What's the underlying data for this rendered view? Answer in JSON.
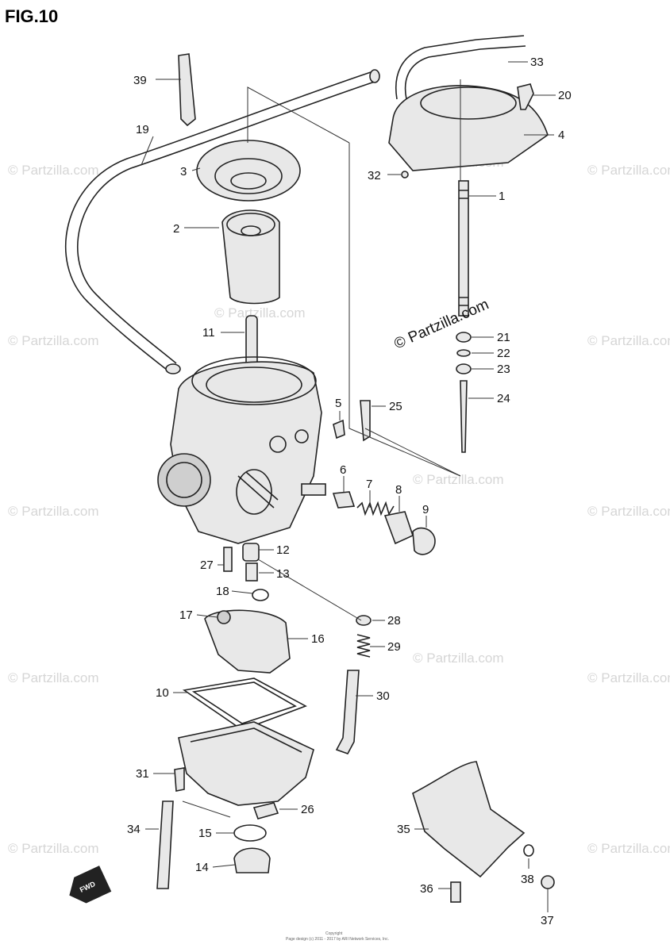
{
  "figure_title": "FIG.10",
  "watermark_main": "© Partzilla.com",
  "watermark_faint": "© Partzilla.com",
  "fwd_label": "FWD",
  "footer_line1": "Copyright",
  "footer_line2": "Page design (c) 2011 - 2017 by ARI Network Services, Inc.",
  "callouts": [
    "1",
    "2",
    "3",
    "4",
    "5",
    "6",
    "7",
    "8",
    "9",
    "10",
    "11",
    "12",
    "13",
    "14",
    "15",
    "16",
    "17",
    "18",
    "19",
    "20",
    "21",
    "22",
    "23",
    "24",
    "25",
    "26",
    "27",
    "28",
    "29",
    "30",
    "31",
    "32",
    "33",
    "34",
    "35",
    "36",
    "37",
    "38",
    "39"
  ]
}
